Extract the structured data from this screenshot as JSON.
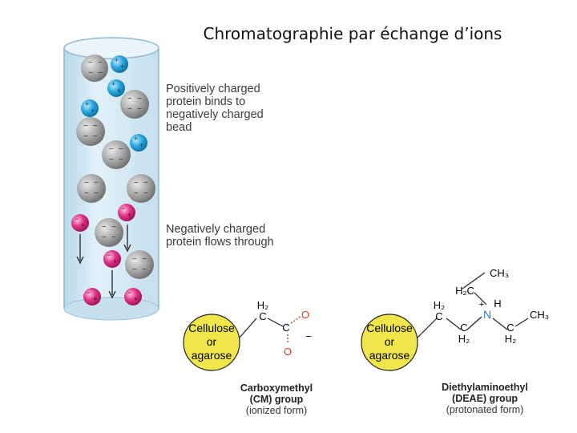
{
  "title": "Chromatographie par échange d’ions",
  "notes": {
    "positive": "Positively charged protein binds to negatively charged bead",
    "negative": "Negatively charged protein flows through"
  },
  "bead_label": {
    "line1": "Cellulose",
    "line2": "or",
    "line3": "agarose"
  },
  "cm": {
    "h2": "H₂",
    "c1": "C",
    "c2": "C",
    "o_top": "O",
    "o_bottom": "O",
    "charge": "−",
    "name_line1": "Carboxymethyl",
    "name_line2": "(CM) group",
    "form": "(ionized form)"
  },
  "deae": {
    "ch3_top": "CH₃",
    "h2_upper": "H₂C",
    "h2_left": "H₂",
    "c_left": "C",
    "c_mid": "C",
    "h2_mid": "H₂",
    "n": "N",
    "plus": "+",
    "h": "H",
    "c_right": "C",
    "h2_right": "H₂",
    "ch3_right": "CH₃",
    "name_line1": "Diethylaminoethyl",
    "name_line2": "(DEAE) group",
    "form": "(protonated form)"
  },
  "colors": {
    "gray_bead": "#9a9a9a",
    "blue_protein": "#2aa8e0",
    "pink_protein": "#e0338a",
    "column": "#cfe6f2",
    "matrix": "#f0e64a"
  }
}
